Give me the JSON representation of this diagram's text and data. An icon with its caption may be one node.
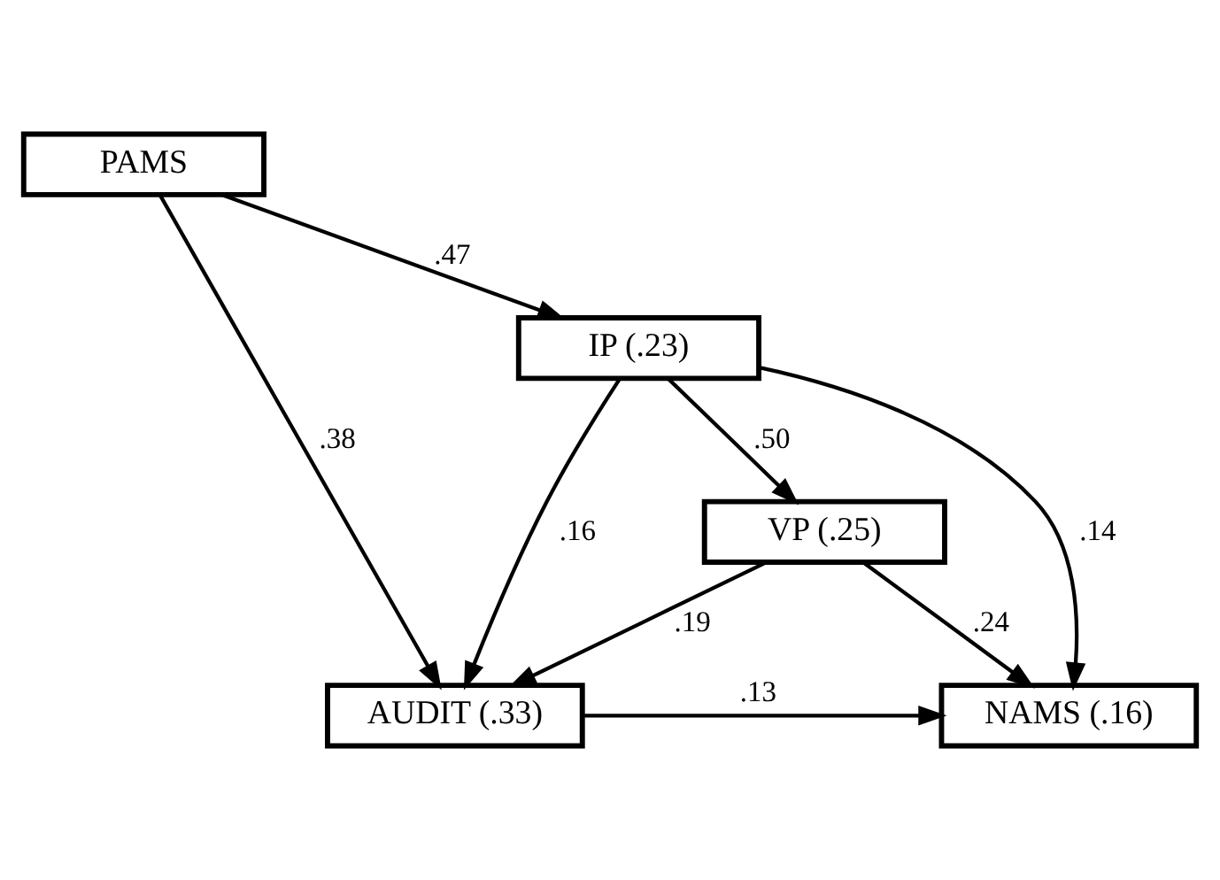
{
  "diagram": {
    "nodes": [
      {
        "text": [
          "PAMS"
        ]
      },
      {
        "text": [
          "IP (.23)"
        ]
      },
      {
        "text": [
          "VP (.25)"
        ]
      },
      {
        "text": [
          "NAMS (.16)"
        ]
      },
      {
        "text": [
          "AUDIT (.33)"
        ]
      }
    ],
    "edges": [
      {
        "from": 0,
        "to": 1,
        "arrow": "to",
        "label": ".47"
      },
      {
        "from": 0,
        "to": 4,
        "arrow": "to",
        "label": ".38"
      },
      {
        "from": 1,
        "to": 2,
        "arrow": "to",
        "label": ".50"
      },
      {
        "from": 1,
        "to": 4,
        "arrow": "to",
        "label": ".16"
      },
      {
        "from": 1,
        "to": 3,
        "arrow": "to",
        "label": ".14"
      },
      {
        "from": 2,
        "to": 3,
        "arrow": "to",
        "label": ".24"
      },
      {
        "from": 2,
        "to": 4,
        "arrow": "to",
        "label": ".19"
      },
      {
        "from": 4,
        "to": 3,
        "arrow": "to",
        "label": ".13"
      }
    ]
  }
}
